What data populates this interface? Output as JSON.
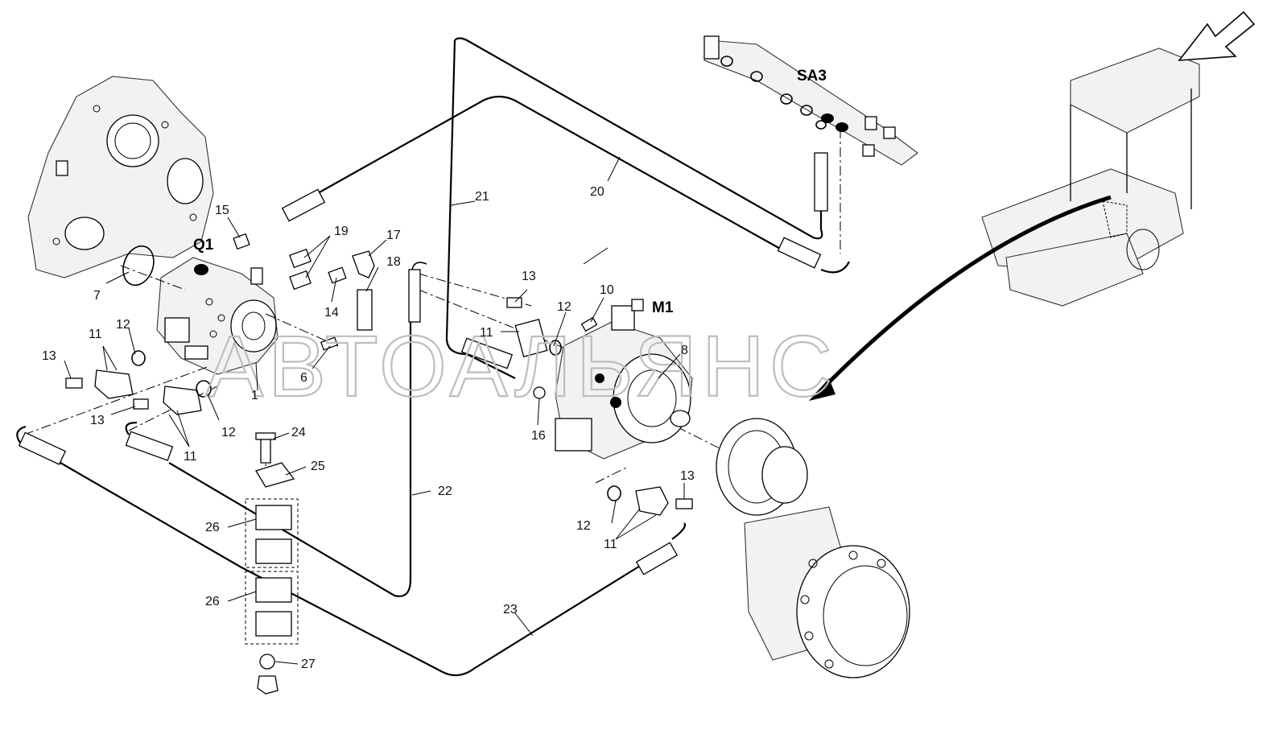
{
  "watermark": "АВТОАЛЬЯНС",
  "components": {
    "q1": "Q1",
    "m1": "M1",
    "sa3": "SA3"
  },
  "callouts": {
    "n1": "1",
    "n6": "6",
    "n7": "7",
    "n8": "8",
    "n10": "10",
    "n11a": "11",
    "n11b": "11",
    "n11c": "11",
    "n11d": "11",
    "n12a": "12",
    "n12b": "12",
    "n12c": "12",
    "n12d": "12",
    "n13a": "13",
    "n13b": "13",
    "n13c": "13",
    "n13d": "13",
    "n14": "14",
    "n15": "15",
    "n16": "16",
    "n17": "17",
    "n18": "18",
    "n19": "19",
    "n20": "20",
    "n21": "21",
    "n22": "22",
    "n23": "23",
    "n24": "24",
    "n25": "25",
    "n26a": "26",
    "n26b": "26",
    "n27": "27"
  },
  "icons": {
    "view_arrow": "view-direction-arrow-icon",
    "locator_arrow": "locator-arrow-icon"
  }
}
